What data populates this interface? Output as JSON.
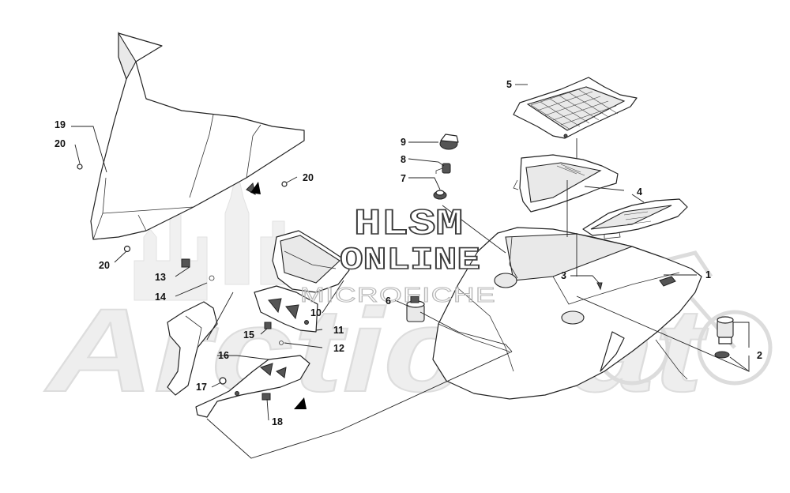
{
  "watermark": {
    "line1": "HLSM",
    "line2": "ONLINE",
    "line3": "MICROFICHE",
    "brand": "ArcticCat"
  },
  "callouts": [
    {
      "id": "c1",
      "label": "1"
    },
    {
      "id": "c2",
      "label": "2"
    },
    {
      "id": "c3",
      "label": "3"
    },
    {
      "id": "c4",
      "label": "4"
    },
    {
      "id": "c5",
      "label": "5"
    },
    {
      "id": "c6",
      "label": "6"
    },
    {
      "id": "c7",
      "label": "7"
    },
    {
      "id": "c8",
      "label": "8"
    },
    {
      "id": "c9",
      "label": "9"
    },
    {
      "id": "c10",
      "label": "10"
    },
    {
      "id": "c11",
      "label": "11"
    },
    {
      "id": "c12",
      "label": "12"
    },
    {
      "id": "c13",
      "label": "13"
    },
    {
      "id": "c14",
      "label": "14"
    },
    {
      "id": "c15",
      "label": "15"
    },
    {
      "id": "c16",
      "label": "16"
    },
    {
      "id": "c17",
      "label": "17"
    },
    {
      "id": "c18",
      "label": "18"
    },
    {
      "id": "c19",
      "label": "19"
    },
    {
      "id": "c20a",
      "label": "20"
    },
    {
      "id": "c20b",
      "label": "20"
    },
    {
      "id": "c20c",
      "label": "20"
    }
  ]
}
